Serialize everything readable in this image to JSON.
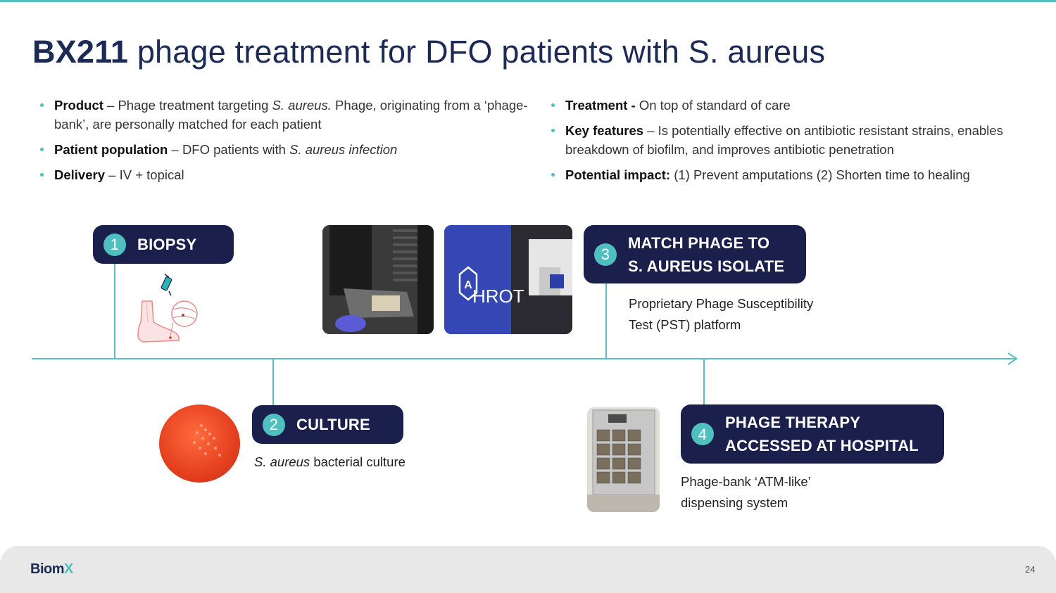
{
  "title": {
    "bold": "BX211",
    "rest": "phage treatment for DFO patients with S. aureus"
  },
  "bullets_left": [
    {
      "label": "Product",
      "sep": " – ",
      "t1": "Phage treatment targeting ",
      "it": "S. aureus.",
      "t2": " Phage, originating from a ‘phage-bank’, are personally matched for each patient"
    },
    {
      "label": "Patient population",
      "sep": " – ",
      "t1": "DFO patients with ",
      "it": "S. aureus infection",
      "t2": ""
    },
    {
      "label": "Delivery",
      "sep": " – ",
      "t1": "IV + topical",
      "it": "",
      "t2": ""
    }
  ],
  "bullets_right": [
    {
      "label": "Treatment -",
      "sep": " ",
      "t1": "On top of standard of care",
      "it": "",
      "t2": ""
    },
    {
      "label": "Key features",
      "sep": " – ",
      "t1": "Is potentially effective on antibiotic resistant strains, enables breakdown of biofilm, and improves antibiotic penetration",
      "it": "",
      "t2": ""
    },
    {
      "label": "Potential impact:",
      "sep": " ",
      "t1": "(1) Prevent amputations (2) Shorten time to healing",
      "it": "",
      "t2": ""
    }
  ],
  "steps": {
    "s1": {
      "num": "1",
      "label": "BIOPSY"
    },
    "s2": {
      "num": "2",
      "label": "CULTURE"
    },
    "s3": {
      "num": "3",
      "label": "MATCH PHAGE TO\nS. AUREUS ISOLATE"
    },
    "s4": {
      "num": "4",
      "label": "PHAGE THERAPY\nACCESSED AT HOSPITAL"
    }
  },
  "captions": {
    "c2_it": "S. aureus",
    "c2_rest": " bacterial culture",
    "c3": "Proprietary Phage Susceptibility\nTest (PST) platform",
    "c4": "Phage-bank ‘ATM-like’\ndispensing system"
  },
  "photo_text": {
    "hrot": "HROT"
  },
  "footer": {
    "logo_main": "Biom",
    "logo_accent": "X",
    "page": "24"
  },
  "colors": {
    "navy": "#1b1f4b",
    "teal": "#4fbfbf",
    "title": "#1b2b56"
  }
}
